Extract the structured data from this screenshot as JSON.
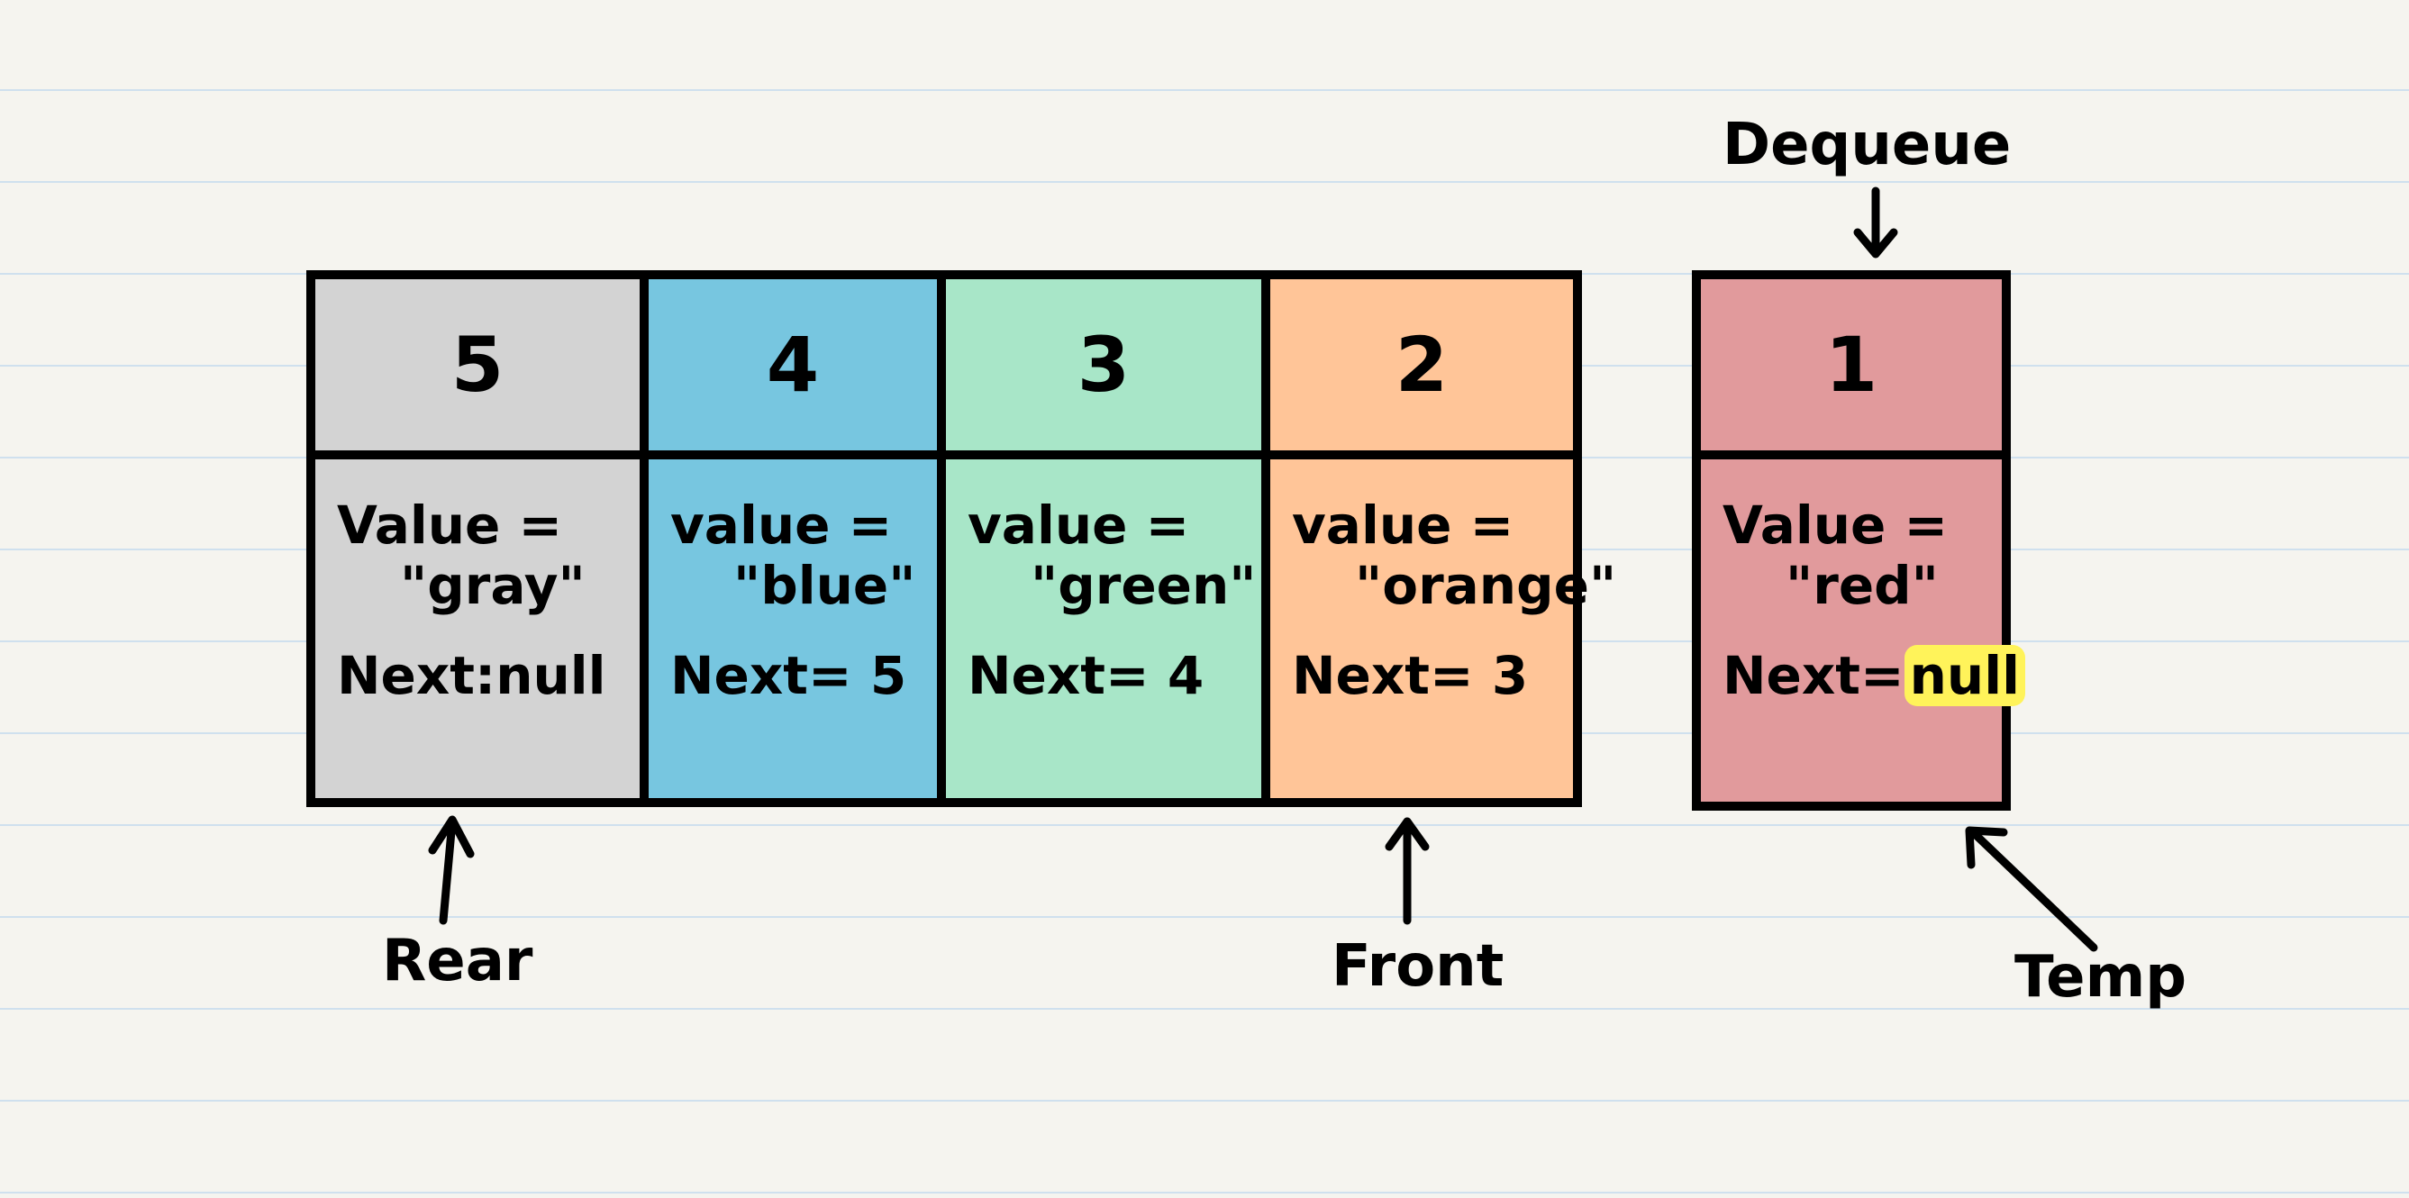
{
  "nodes": [
    {
      "number": "5",
      "value_label": "Value =",
      "value_text": "\"gray\"",
      "next_label": "Next:",
      "next_value": "null",
      "color": "#d3d3d3"
    },
    {
      "number": "4",
      "value_label": "value =",
      "value_text": "\"blue\"",
      "next_label": "Next=",
      "next_value": "5",
      "color": "#77c6e0"
    },
    {
      "number": "3",
      "value_label": "value =",
      "value_text": "\"green\"",
      "next_label": "Next=",
      "next_value": "4",
      "color": "#a8e6c8"
    },
    {
      "number": "2",
      "value_label": "value =",
      "value_text": "\"orange\"",
      "next_label": "Next=",
      "next_value": "3",
      "color": "#ffc598"
    }
  ],
  "temp_node": {
    "number": "1",
    "value_label": "Value =",
    "value_text": "\"red\"",
    "next_label": "Next=",
    "next_value": "null",
    "color": "#e19a9c",
    "highlight_color": "#fff35a"
  },
  "labels": {
    "dequeue": "Dequeue",
    "rear": "Rear",
    "front": "Front",
    "temp": "Temp"
  }
}
